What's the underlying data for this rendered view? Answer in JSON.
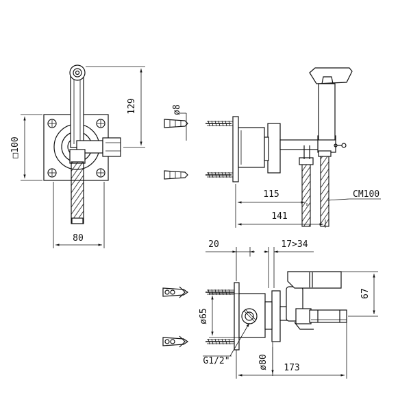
{
  "dimensions": {
    "height_129": "129",
    "square_100": "□100",
    "width_80": "80",
    "dia_8": "ø8",
    "len_115": "115",
    "len_141": "141",
    "hose_cm100": "CM100",
    "len_20": "20",
    "range_17_34": "17>34",
    "height_67": "67",
    "dia_65": "ø65",
    "thread_g12": "G1/2\"",
    "dia_80": "ø80",
    "len_173": "173"
  }
}
